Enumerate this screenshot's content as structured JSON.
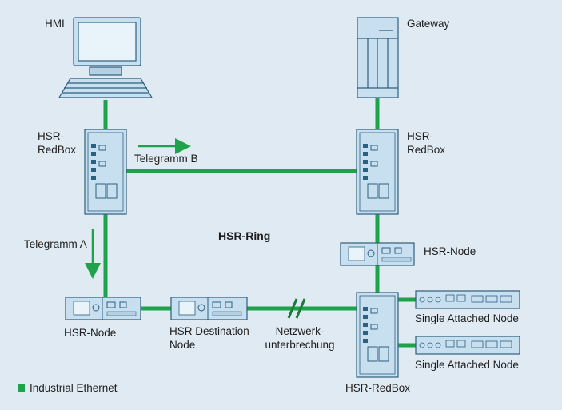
{
  "colors": {
    "background": "#dfeaf2",
    "ethernet": "#1fa34a",
    "device_fill": "#c7dfee",
    "device_stroke": "#2f5f7f",
    "break_mark": "#1b7a3a"
  },
  "labels": {
    "hmi": "HMI",
    "gateway": "Gateway",
    "redbox_tl": "HSR-\nRedBox",
    "redbox_tr": "HSR-\nRedBox",
    "redbox_br": "HSR-RedBox",
    "telegramm_b": "Telegramm B",
    "telegramm_a": "Telegramm A",
    "ring": "HSR-Ring",
    "node_right": "HSR-Node",
    "node_left": "HSR-Node",
    "destination": "HSR Destination\nNode",
    "break": "Netzwerk-\nunterbrechung",
    "san_1": "Single Attached Node",
    "san_2": "Single Attached Node"
  },
  "legend": {
    "label": "Industrial Ethernet",
    "icon": "green-square-icon"
  },
  "icons": {
    "hmi": "computer-icon",
    "gateway": "gateway-device-icon",
    "redbox": "switch-device-icon",
    "node": "node-device-icon",
    "san": "rack-device-icon",
    "arrow": "arrow-icon",
    "break": "link-break-icon"
  }
}
